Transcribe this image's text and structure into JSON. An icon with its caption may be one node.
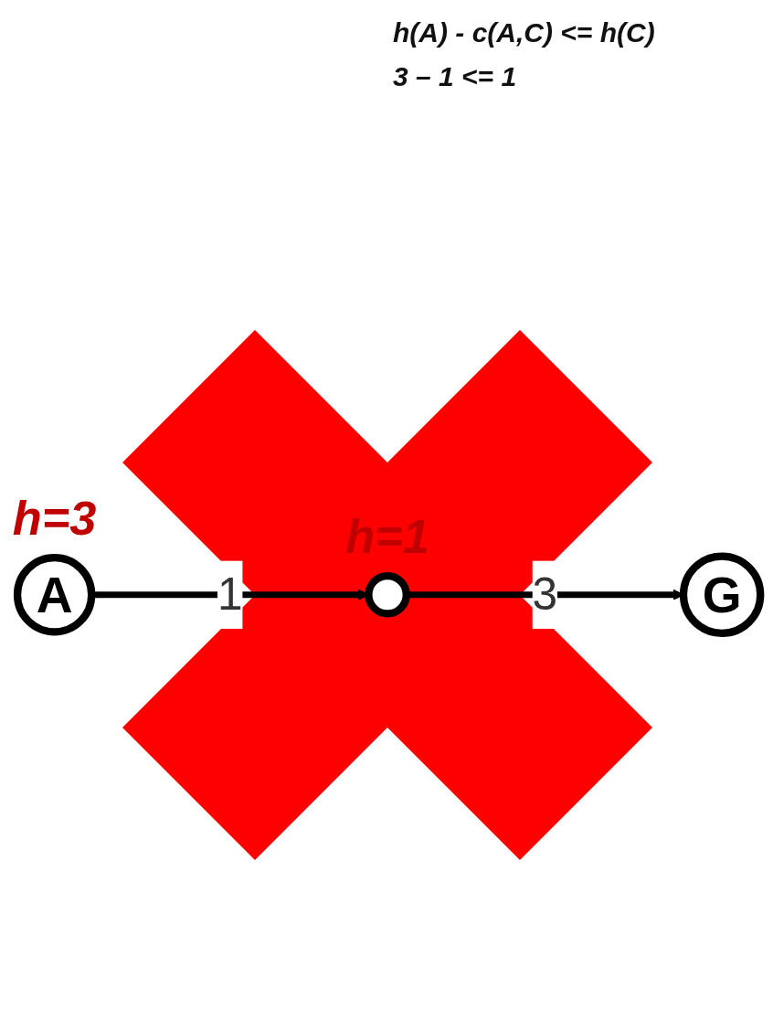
{
  "diagram": {
    "nodes": [
      {
        "text": [
          "A"
        ],
        "beside": [
          "h=3"
        ]
      },
      {
        "text": [],
        "shape": "circle",
        "beside": [
          "h=1"
        ]
      },
      {
        "text": [
          "G"
        ]
      }
    ],
    "edges": [
      {
        "from": 0,
        "to": 1,
        "arrow": "to",
        "label": "1"
      },
      {
        "from": 1,
        "to": 2,
        "arrow": "to",
        "label": "3"
      }
    ],
    "labels": [
      "h(A) - c(A,C) <= h(C)",
      "3 – 1 <= 1"
    ]
  }
}
